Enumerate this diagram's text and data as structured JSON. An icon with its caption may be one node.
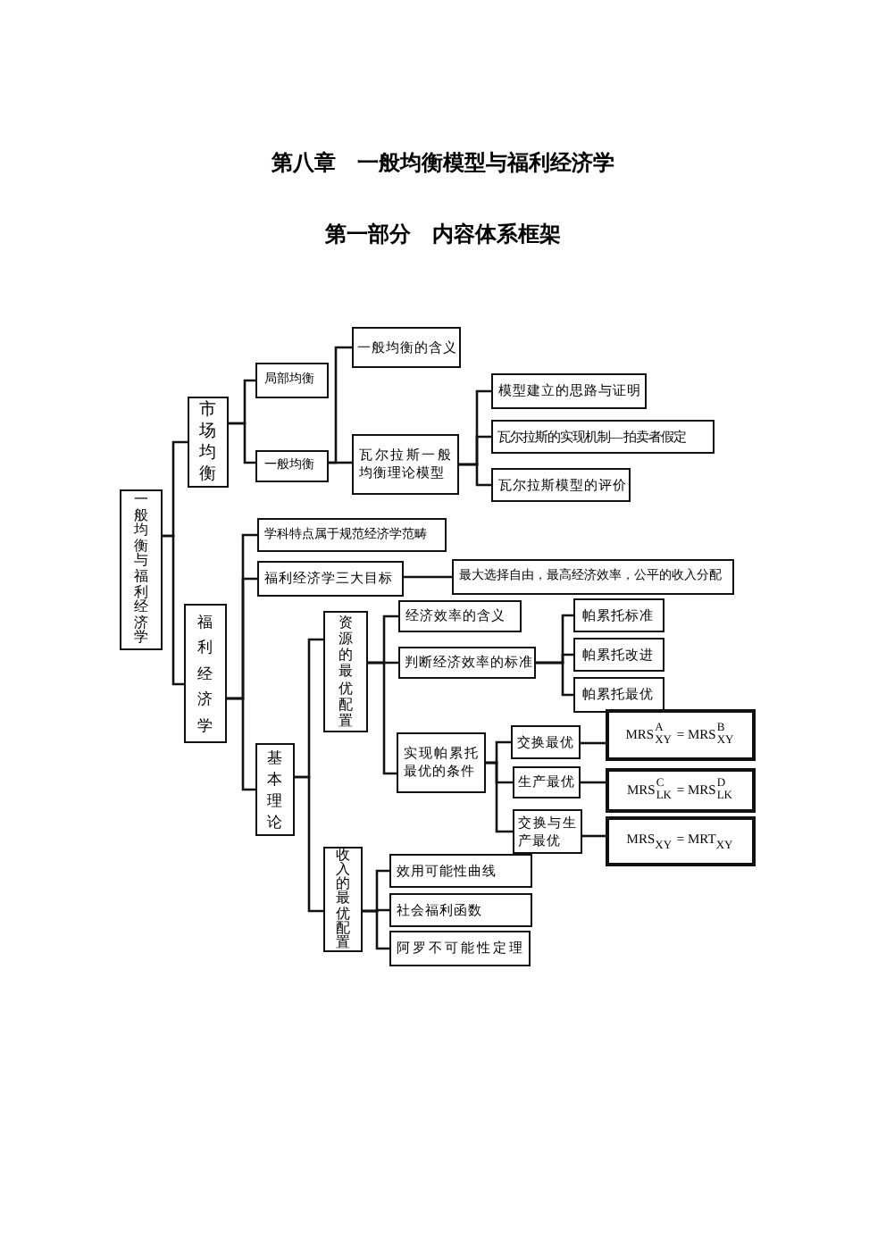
{
  "diagram": {
    "title": "第八章　一般均衡模型与福利经济学",
    "nodes": [
      {
        "text": [
          "一般均衡与福利经济学"
        ]
      },
      {
        "text": [
          "市场均衡"
        ]
      },
      {
        "text": [
          "局部均衡"
        ]
      },
      {
        "text": [
          "一般均衡"
        ]
      },
      {
        "text": [
          "一般均衡的含义"
        ]
      },
      {
        "text": [
          "瓦尔拉斯一般均衡理论模型"
        ]
      },
      {
        "text": [
          "模型建立的思路与证明"
        ]
      },
      {
        "text": [
          "瓦尔拉斯的实现机制—拍卖者假定"
        ]
      },
      {
        "text": [
          "瓦尔拉斯模型的评价"
        ]
      },
      {
        "text": [
          "福利经济学"
        ]
      },
      {
        "text": [
          "学科特点属于规范经济学范畴"
        ]
      },
      {
        "text": [
          "福利经济学三大目标"
        ]
      },
      {
        "text": [
          "最大选择自由，最高经济效率，公平的收入分配"
        ]
      },
      {
        "text": [
          "基本理论"
        ]
      },
      {
        "text": [
          "资源的最优配置"
        ]
      },
      {
        "text": [
          "经济效率的含义"
        ]
      },
      {
        "text": [
          "判断经济效率的标准"
        ]
      },
      {
        "text": [
          "帕累托标准"
        ]
      },
      {
        "text": [
          "帕累托改进"
        ]
      },
      {
        "text": [
          "帕累托最优"
        ]
      },
      {
        "text": [
          "实现帕累托最优的条件"
        ]
      },
      {
        "text": [
          "交换最优"
        ]
      },
      {
        "text": [
          "MRS$^{A}$$_{XY}$ = MRS$^{B}$$_{XY}$"
        ]
      },
      {
        "text": [
          "生产最优"
        ]
      },
      {
        "text": [
          "MRS$^{C}$$_{LK}$ = MRS$^{D}$$_{LK}$"
        ]
      },
      {
        "text": [
          "交换与生产最优"
        ]
      },
      {
        "text": [
          "MRS$_{XY}$ = MRT$_{XY}$"
        ]
      },
      {
        "text": [
          "收入的最优配置"
        ]
      },
      {
        "text": [
          "效用可能性曲线"
        ]
      },
      {
        "text": [
          "社会福利函数"
        ]
      },
      {
        "text": [
          "阿罗不可能性定理"
        ]
      }
    ],
    "edges": [
      {
        "from": 0,
        "to": 1,
        "arrow": "none"
      },
      {
        "from": 0,
        "to": 9,
        "arrow": "none"
      },
      {
        "from": 1,
        "to": 2,
        "arrow": "none"
      },
      {
        "from": 1,
        "to": 3,
        "arrow": "none"
      },
      {
        "from": 3,
        "to": 4,
        "arrow": "none"
      },
      {
        "from": 3,
        "to": 5,
        "arrow": "none"
      },
      {
        "from": 5,
        "to": 6,
        "arrow": "none"
      },
      {
        "from": 5,
        "to": 7,
        "arrow": "none"
      },
      {
        "from": 5,
        "to": 8,
        "arrow": "none"
      },
      {
        "from": 9,
        "to": 10,
        "arrow": "none"
      },
      {
        "from": 9,
        "to": 11,
        "arrow": "none"
      },
      {
        "from": 9,
        "to": 13,
        "arrow": "none"
      },
      {
        "from": 11,
        "to": 12,
        "arrow": "none"
      },
      {
        "from": 13,
        "to": 14,
        "arrow": "none"
      },
      {
        "from": 13,
        "to": 27,
        "arrow": "none"
      },
      {
        "from": 14,
        "to": 15,
        "arrow": "none"
      },
      {
        "from": 14,
        "to": 16,
        "arrow": "none"
      },
      {
        "from": 14,
        "to": 20,
        "arrow": "none"
      },
      {
        "from": 16,
        "to": 17,
        "arrow": "none"
      },
      {
        "from": 16,
        "to": 18,
        "arrow": "none"
      },
      {
        "from": 16,
        "to": 19,
        "arrow": "none"
      },
      {
        "from": 20,
        "to": 21,
        "arrow": "none"
      },
      {
        "from": 20,
        "to": 23,
        "arrow": "none"
      },
      {
        "from": 20,
        "to": 25,
        "arrow": "none"
      },
      {
        "from": 21,
        "to": 22,
        "arrow": "none"
      },
      {
        "from": 23,
        "to": 24,
        "arrow": "none"
      },
      {
        "from": 25,
        "to": 26,
        "arrow": "none"
      },
      {
        "from": 27,
        "to": 28,
        "arrow": "none"
      },
      {
        "from": 27,
        "to": 29,
        "arrow": "none"
      },
      {
        "from": 27,
        "to": 30,
        "arrow": "none"
      }
    ],
    "labels": [
      "第一部分　内容体系框架"
    ]
  }
}
